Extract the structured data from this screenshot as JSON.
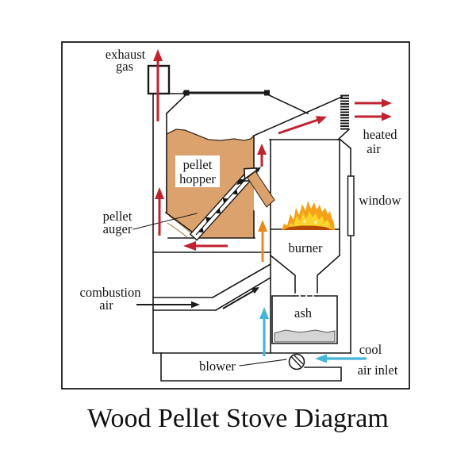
{
  "title": "Wood Pellet Stove Diagram",
  "labels": {
    "exhaust_line1": "exhaust",
    "exhaust_line2": "gas",
    "hopper_line1": "pellet",
    "hopper_line2": "hopper",
    "auger_line1": "pellet",
    "auger_line2": "auger",
    "combustion_line1": "combustion",
    "combustion_line2": "air",
    "burner": "burner",
    "window": "window",
    "heated_line1": "heated",
    "heated_line2": "air",
    "ash": "ash",
    "blower": "blower",
    "cool_line1": "cool",
    "cool_line2": "air inlet"
  },
  "colors": {
    "line": "#1a1a1a",
    "exhaust_flow": "#c0222f",
    "hot_flow": "#e8891c",
    "cool_flow": "#45b6da",
    "combustion_flow": "#1a1a1a",
    "pellets": "#dba26e",
    "pellets_edge": "#3a2a18",
    "pellet_texture": "#b8854e",
    "ash_fill": "#d4d4d4",
    "flame_outer": "#f5a219",
    "flame_inner": "#fcd32b",
    "flame_base": "#b84a08",
    "flame_spark": "#fdeea0"
  }
}
